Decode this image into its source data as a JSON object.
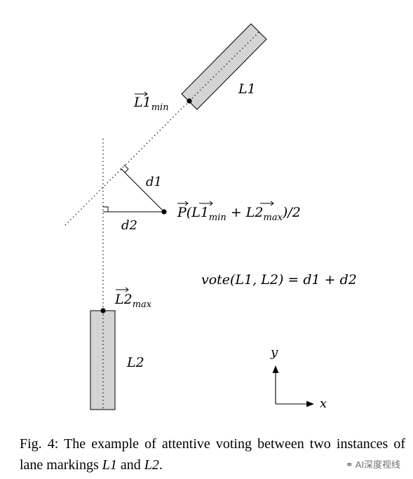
{
  "figure": {
    "labels": {
      "l1_min": "L1",
      "l1_min_sub": "min",
      "l1": "L1",
      "d1": "d1",
      "d2": "d2",
      "p_expr_pre": "P(",
      "p_expr_a": "L1",
      "p_expr_a_sub": "min",
      "p_expr_plus": " + ",
      "p_expr_b": "L2",
      "p_expr_b_sub": "max",
      "p_expr_post": ")/2",
      "vote": "vote(L1, L2) = d1 + d2",
      "l2_max": "L2",
      "l2_max_sub": "max",
      "l2": "L2",
      "axis_y": "y",
      "axis_x": "x"
    }
  },
  "caption": {
    "prefix": "Fig.   4: The example of attentive voting between two instances of lane markings ",
    "sym1": "L1",
    "and": " and ",
    "sym2": "L2",
    "suffix": "."
  },
  "watermark": {
    "text": "AI深度视线"
  }
}
